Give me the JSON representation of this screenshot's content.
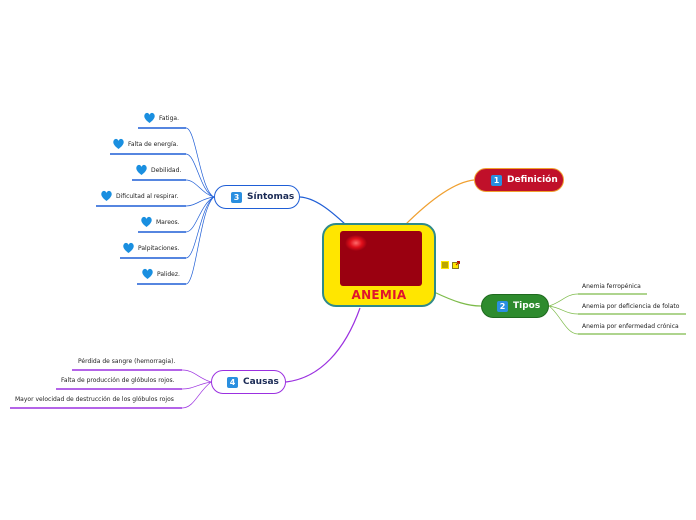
{
  "central": {
    "label": "ANEMIA"
  },
  "branches": {
    "definicion": {
      "number": "1",
      "label": "Definición",
      "color": "#c0102a",
      "line_color": "#f0a030"
    },
    "tipos": {
      "number": "2",
      "label": "Tipos",
      "color": "#2e8b2e",
      "line_color": "#7dbb4a",
      "items": [
        "Anemia ferropénica",
        "Anemia por deficiencia de folato",
        "Anemia por enfermedad crónica"
      ]
    },
    "sintomas": {
      "number": "3",
      "label": "Síntomas",
      "color": "#1f5ed6",
      "line_color": "#1f5ed6",
      "items": [
        "Fatiga.",
        "Falta de energía.",
        "Debilidad.",
        "Dificultad al respirar.",
        "Mareos.",
        "Palpitaciones.",
        "Palidez."
      ]
    },
    "causas": {
      "number": "4",
      "label": "Causas",
      "color": "#9b30e0",
      "line_color": "#9b30e0",
      "items": [
        "Pérdida de sangre (hemorragia).",
        "Falta de producción de glóbulos rojos.",
        "Mayor velocidad de destrucción de los glóbulos rojos"
      ]
    }
  },
  "icons": {
    "heart": "heart-icon",
    "note": "note-icon",
    "link": "link-icon"
  },
  "colors": {
    "central_fill": "#ffe600",
    "central_border": "#2f8a8a",
    "central_text": "#e0142c",
    "badge": "#2a8fe0",
    "heart": "#1a8fe0"
  }
}
